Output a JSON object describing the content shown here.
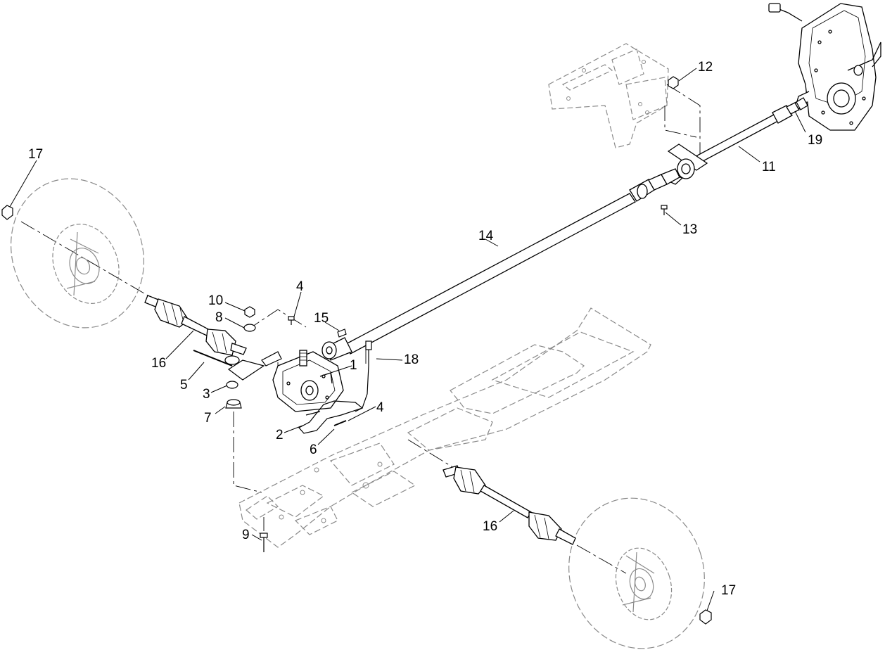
{
  "diagram": {
    "colors": {
      "line": "#000000",
      "ghost": "#8a8a8a",
      "fill": "#ffffff",
      "shade": "#cfcfcf"
    },
    "callouts": [
      {
        "id": "c1",
        "text": "1"
      },
      {
        "id": "c2",
        "text": "2"
      },
      {
        "id": "c3",
        "text": "3"
      },
      {
        "id": "c4a",
        "text": "4"
      },
      {
        "id": "c4b",
        "text": "4"
      },
      {
        "id": "c5",
        "text": "5"
      },
      {
        "id": "c6",
        "text": "6"
      },
      {
        "id": "c7",
        "text": "7"
      },
      {
        "id": "c8",
        "text": "8"
      },
      {
        "id": "c9",
        "text": "9"
      },
      {
        "id": "c10",
        "text": "10"
      },
      {
        "id": "c11",
        "text": "11"
      },
      {
        "id": "c12",
        "text": "12"
      },
      {
        "id": "c13",
        "text": "13"
      },
      {
        "id": "c14",
        "text": "14"
      },
      {
        "id": "c15",
        "text": "15"
      },
      {
        "id": "c16a",
        "text": "16"
      },
      {
        "id": "c16b",
        "text": "16"
      },
      {
        "id": "c17a",
        "text": "17"
      },
      {
        "id": "c17b",
        "text": "17"
      },
      {
        "id": "c18",
        "text": "18"
      },
      {
        "id": "c19",
        "text": "19"
      }
    ]
  }
}
